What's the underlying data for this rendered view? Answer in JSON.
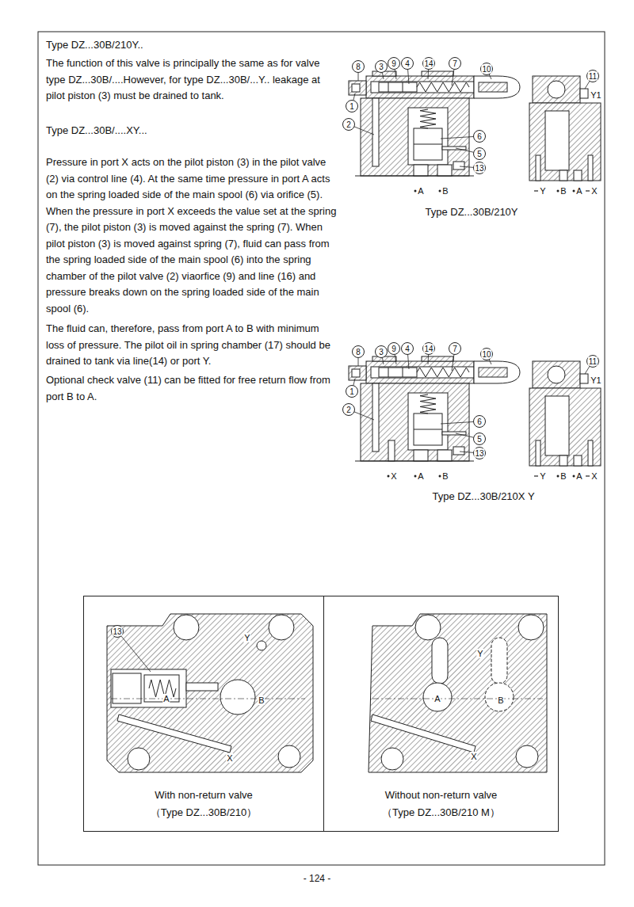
{
  "diagram": {
    "nodes": [
      {
        "text": [
          "With non-return valve",
          "（Type DZ...30B/210）"
        ]
      },
      {
        "text": [
          "Without non-return valve",
          "（Type DZ...30B/210 M）"
        ]
      }
    ],
    "labels": [
      "Type DZ...30B/210Y..",
      "The function of this valve is principally the same as for valve type DZ...30B/....However, for type DZ...30B/...Y.. leakage at pilot piston (3) must be drained to tank.",
      "Type DZ...30B/....XY...",
      "Pressure in port X acts on the pilot piston (3) in the pilot valve (2) via control line (4). At the same time pressure in port A acts on the spring loaded side of the main spool (6) via orifice (5). When the pressure in port X exceeds the value set at the spring (7), the pilot piston (3) is moved against the spring (7). When pilot piston (3) is moved against spring (7), fluid can pass from the spring loaded side of the main spool (6) into the spring chamber of the pilot valve (2) viaorfice (9) and line (16) and pressure breaks down on the spring loaded side of the main spool (6).",
      "The fluid can, therefore, pass from port A to B with minimum loss of pressure. The pilot oil in spring chamber (17) should be drained to tank via line(14) or port Y.",
      "Optional check valve (11) can be fitted for free return flow from port B to A.",
      "Type DZ...30B/210Y",
      "Type DZ...30B/210X Y",
      "8",
      "3",
      "9",
      "4",
      "14",
      "7",
      "10",
      "1",
      "2",
      "6",
      "5",
      "13",
      "11",
      "A",
      "B",
      "Y1",
      "Y",
      "B",
      "A",
      "X",
      "8",
      "3",
      "9",
      "4",
      "14",
      "7",
      "10",
      "1",
      "2",
      "6",
      "5",
      "13",
      "11",
      "X",
      "A",
      "B",
      "Y1",
      "Y",
      "B",
      "A",
      "X",
      "13",
      "Y",
      "A",
      "B",
      "X",
      "Y",
      "A",
      "B",
      "X",
      "- 124 -"
    ]
  }
}
